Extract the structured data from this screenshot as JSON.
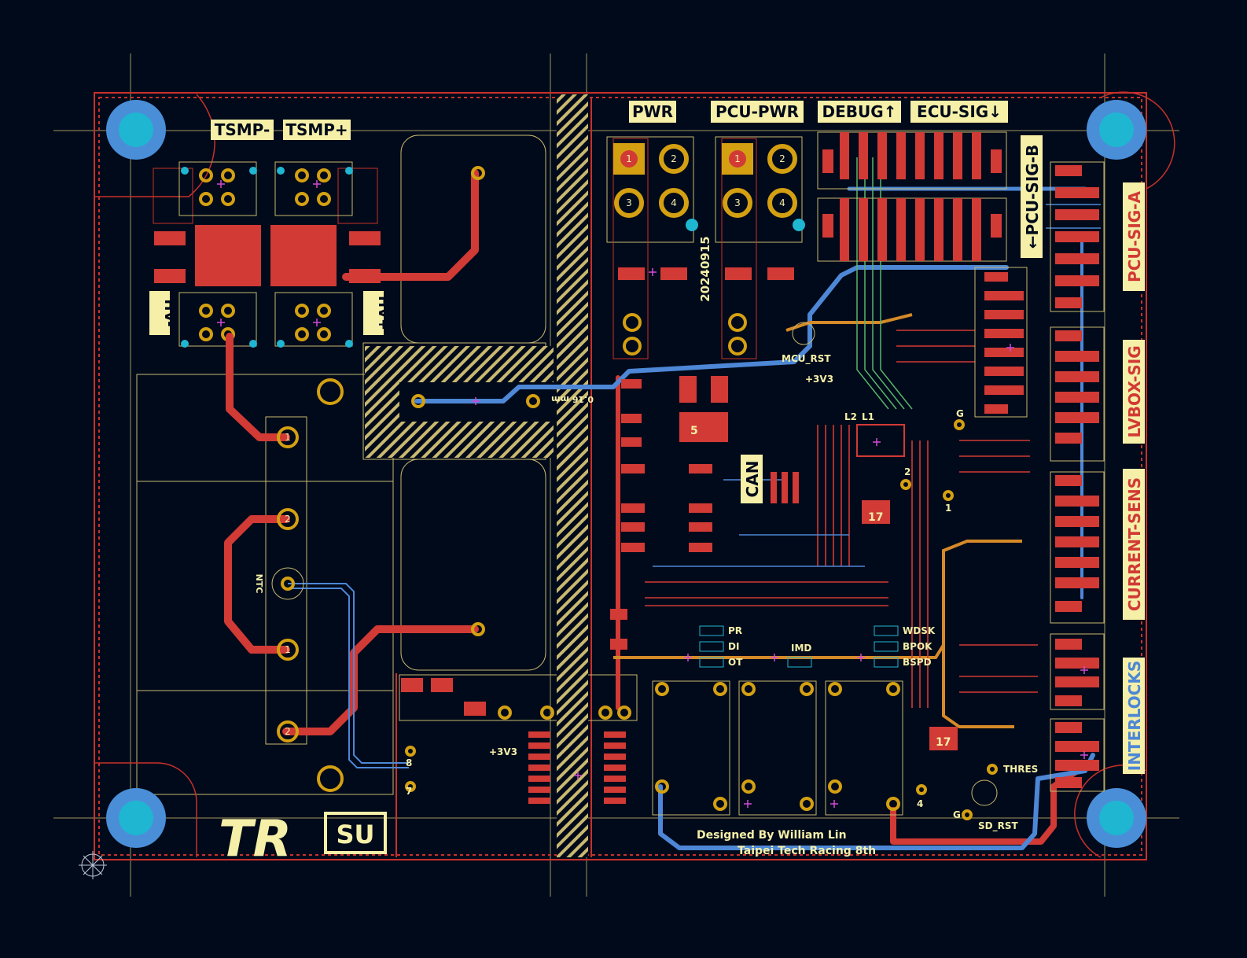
{
  "colors": {
    "background": "#000a1a",
    "copper_front": "#d13a35",
    "copper_back": "#4d87d6",
    "silkscreen": "#f5efa8",
    "pad_gold": "#d4a012",
    "mounting_hole": "#4a8ed8",
    "via_cyan": "#1fb6d2",
    "trace_orange": "#d48a28",
    "trace_green": "#5ab46a",
    "outline_edge": "#c8312b",
    "guide_line": "#c9b870",
    "crosshair": "#c0c8d8",
    "marker_magenta": "#d04ad6"
  },
  "connector_labels": {
    "tsmp_minus": "TSMP-",
    "tsmp_plus": "TSMP+",
    "hv_minus": "HV-",
    "hv_plus": "HV+",
    "pwr": "PWR",
    "pcu_pwr": "PCU-PWR",
    "debug": "DEBUG↑",
    "ecu_sig": "ECU-SIG↓",
    "pcu_sig_b": "←PCU-SIG-B",
    "pcu_sig_a": "PCU-SIG-A",
    "lvbox_sig": "LVBOX-SIG",
    "current_sens": "CURRENT-SENS",
    "interlocks": "INTERLOCKS",
    "can": "CAN"
  },
  "silk_text": {
    "date_code": "20240915",
    "mcu_rst": "MCU_RST",
    "v33_a": "+3V3",
    "v33_b": "+3V3",
    "dimension": "0.16 mm",
    "ntc": "NTC",
    "pr": "PR",
    "di": "DI",
    "ot": "OT",
    "imd": "IMD",
    "wdsk": "WDSK",
    "bpok": "BPOK",
    "bspd": "BSPD",
    "thres": "THRES",
    "sd_rst": "SD_RST",
    "g_top": "G",
    "g_bottom": "G",
    "pin_2": "2",
    "pin_1": "1",
    "pin_4": "4",
    "pin_8": "8",
    "pin_7": "7",
    "ic_5": "5",
    "ic_17a": "17",
    "ic_17b": "17",
    "designer": "Designed By William Lin",
    "team": "Taipei Tech Racing 8th",
    "logo_tr": "TR",
    "logo_su": "SU",
    "l2": "L2",
    "l1": "L1"
  },
  "pad_numbers": {
    "hv_top_1": "1",
    "hv_2": "2",
    "hv_bottom_1": "1",
    "hv_bottom_2": "2",
    "pwr_1": "1",
    "pwr_2": "2",
    "pwr_3": "3",
    "pwr_4": "4",
    "pcu_1": "1",
    "pcu_2": "2",
    "pcu_3": "3",
    "pcu_4": "4"
  }
}
